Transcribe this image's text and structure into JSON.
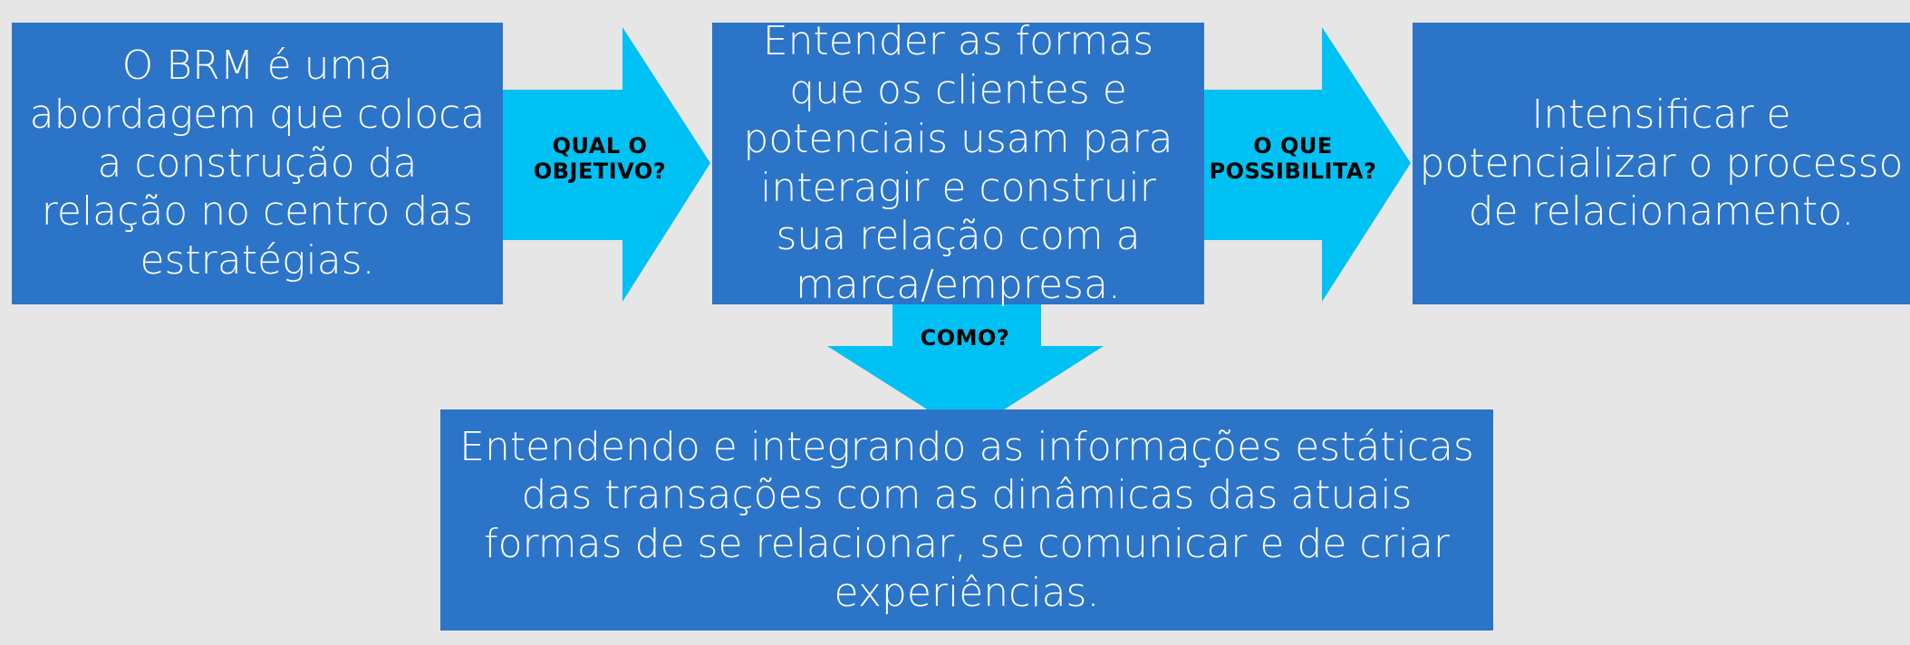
{
  "boxes": {
    "start": "O BRM é uma abordagem que coloca a construção da relação no centro das estratégias.",
    "objective": "Entender as formas que os clientes e potenciais usam para interagir e construir sua relação com a marca/empresa.",
    "possibility": "Intensificar e potencializar o processo de relacionamento.",
    "how": "Entendendo e integrando as informações estáticas das transações com as dinâmicas das atuais formas de se relacionar, se comunicar e de criar experiências."
  },
  "arrows": {
    "objective_label": "QUAL O OBJETIVO?",
    "possibility_label": "O QUE POSSIBILITA?",
    "how_label": "COMO?"
  },
  "colors": {
    "box": "#2b74c8",
    "arrow": "#00c1f3",
    "background": "#e6e6e6"
  }
}
